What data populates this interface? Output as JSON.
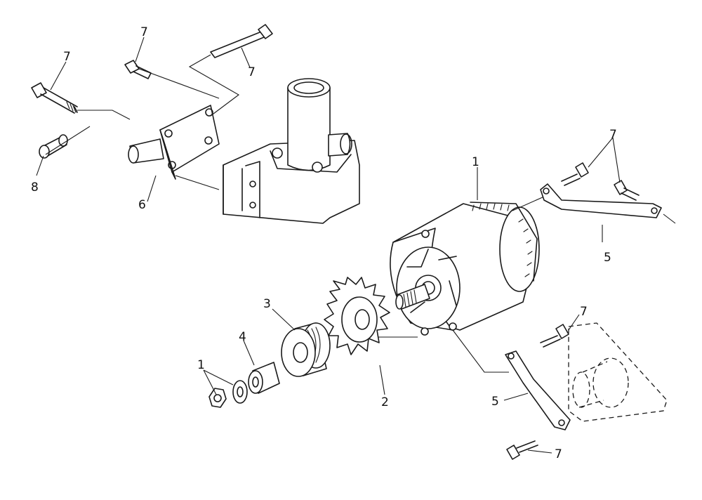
{
  "diagram": {
    "callouts": {
      "c1a": "1",
      "c1b": "1",
      "c2": "2",
      "c3": "3",
      "c4": "4",
      "c5a": "5",
      "c5b": "5",
      "c6": "6",
      "c7a": "7",
      "c7b": "7",
      "c7c": "7",
      "c7d": "7",
      "c7e": "7",
      "c7f": "7",
      "c8": "8"
    }
  }
}
